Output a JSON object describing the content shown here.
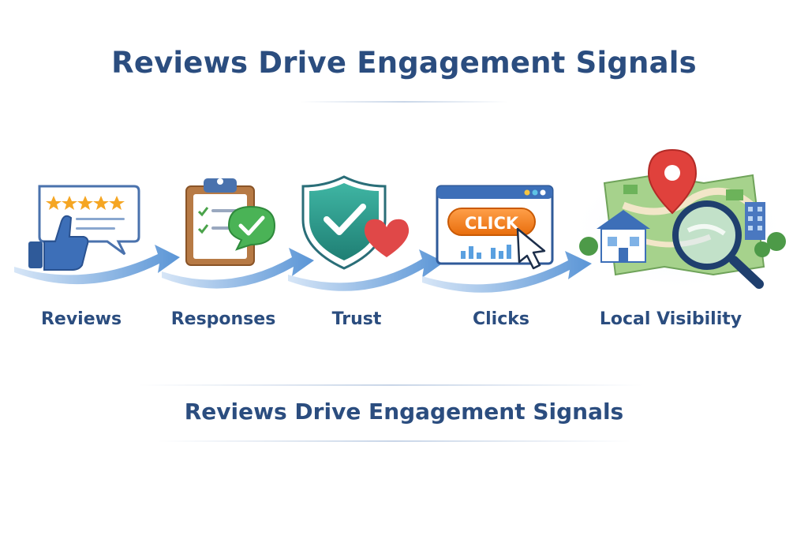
{
  "title": "Reviews Drive Engagement Signals",
  "subtitle": "Reviews Drive Engagement Signals",
  "steps": [
    {
      "label": "Reviews",
      "icon": "thumbs-up-review-bubble-icon"
    },
    {
      "label": "Responses",
      "icon": "clipboard-checkmark-reply-icon"
    },
    {
      "label": "Trust",
      "icon": "shield-check-heart-icon"
    },
    {
      "label": "Clicks",
      "icon": "browser-click-cursor-icon"
    },
    {
      "label": "Local Visibility",
      "icon": "map-pin-magnifier-icon"
    }
  ],
  "click_button_text": "CLICK",
  "colors": {
    "title": "#2b4d7f",
    "arrow": "#5a95d6",
    "shield": "#2a9d8f",
    "heart": "#e04848",
    "click_button": "#f07d1a",
    "star": "#f5a623",
    "thumb": "#3d6fb8",
    "pin": "#e0413c"
  }
}
